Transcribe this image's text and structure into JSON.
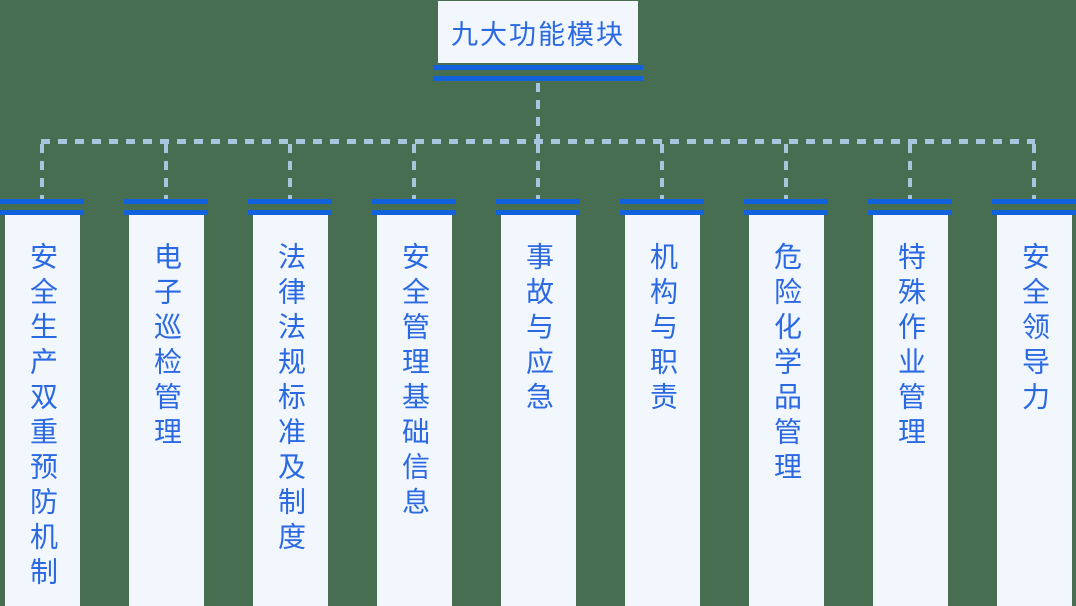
{
  "colors": {
    "background": "#476e50",
    "panel_bg": "#f2f6fd",
    "line_blue": "#1261dd",
    "text_blue": "#2a69e2",
    "dash_blue": "#a9c4de"
  },
  "root": {
    "label": "九大功能模块"
  },
  "modules": [
    {
      "label": "安全生产双重预防机制"
    },
    {
      "label": "电子巡检管理"
    },
    {
      "label": "法律法规标准及制度"
    },
    {
      "label": "安全管理基础信息"
    },
    {
      "label": "事故与应急"
    },
    {
      "label": "机构与职责"
    },
    {
      "label": "危险化学品管理"
    },
    {
      "label": "特殊作业管理"
    },
    {
      "label": "安全领导力"
    }
  ]
}
